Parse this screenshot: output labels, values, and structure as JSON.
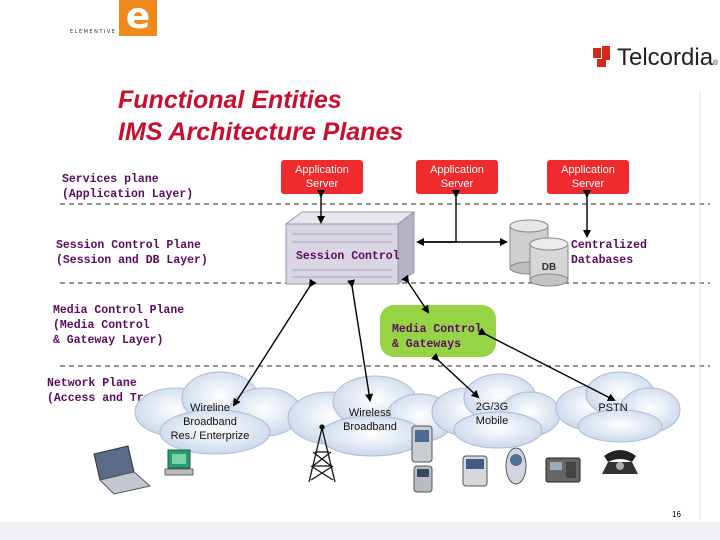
{
  "branding": {
    "left_logo_letter": "e",
    "left_logo_word": "ELEMENTIVE",
    "right_logo": "Telcordia",
    "right_logo_mark": "®"
  },
  "title": {
    "line1": "Functional Entities",
    "line2": "IMS Architecture Planes"
  },
  "planes": {
    "services": "Services plane\n(Application Layer)",
    "session": "Session Control Plane\n(Session and DB Layer)",
    "media": "Media Control Plane\n(Media Control\n& Gateway Layer)",
    "network": "Network Plane\n(Access and Transport)"
  },
  "nodes": {
    "app_server_1": "Application\nServer",
    "app_server_2": "Application\nServer",
    "app_server_3": "Application\nServer",
    "session_control": "Session Control",
    "db": "DB",
    "centralized_db": "Centralized\nDatabases",
    "media_gateways": "Media Control\n& Gateways",
    "wireline": "Wireline\nBroadband\nRes./ Enterprize",
    "wireless": "Wireless\nBroadband",
    "mobile": "2G/3G\nMobile",
    "pstn": "PSTN"
  },
  "colors": {
    "title": "#c8102e",
    "app_server": "#ef2b2d",
    "plane_label": "#5a0a60",
    "media_box": "#96d446",
    "cloud": "#d8e4f2",
    "db": "#cfcfcf"
  },
  "footer": {
    "page_number": "16"
  }
}
